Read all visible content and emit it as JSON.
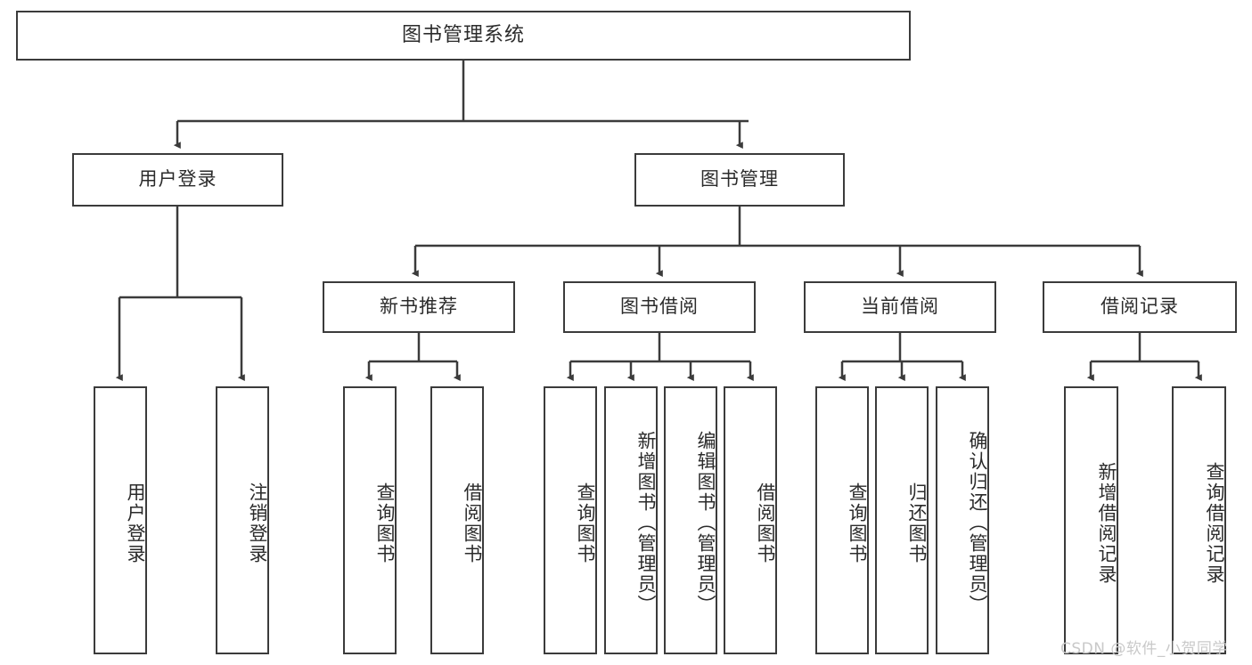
{
  "diagram": {
    "title": "图书管理系统",
    "type": "tree-hierarchy-chart",
    "watermark": "CSDN @软件_小贺同学",
    "colors": {
      "box_border": "#3b3b3b",
      "box_fill": "#ffffff",
      "connector": "#3b3b3b",
      "text": "#2b2b2b",
      "watermark": "#c9c9c9"
    },
    "root": {
      "label": "图书管理系统"
    },
    "level2": [
      {
        "label": "用户登录"
      },
      {
        "label": "图书管理"
      }
    ],
    "level3": [
      {
        "label": "新书推荐"
      },
      {
        "label": "图书借阅"
      },
      {
        "label": "当前借阅"
      },
      {
        "label": "借阅记录"
      }
    ],
    "leaves": {
      "user_login": [
        {
          "label": "用户登录"
        },
        {
          "label": "注销登录"
        }
      ],
      "new_book_recommend": [
        {
          "label": "查询图书"
        },
        {
          "label": "借阅图书"
        }
      ],
      "book_borrow": [
        {
          "label": "查询图书"
        },
        {
          "label": "新增图书（管理员）"
        },
        {
          "label": "编辑图书（管理员）"
        },
        {
          "label": "借阅图书"
        }
      ],
      "current_borrow": [
        {
          "label": "查询图书"
        },
        {
          "label": "归还图书"
        },
        {
          "label": "确认归还（管理员）"
        }
      ],
      "borrow_record": [
        {
          "label": "新增借阅记录"
        },
        {
          "label": "查询借阅记录"
        }
      ]
    }
  }
}
